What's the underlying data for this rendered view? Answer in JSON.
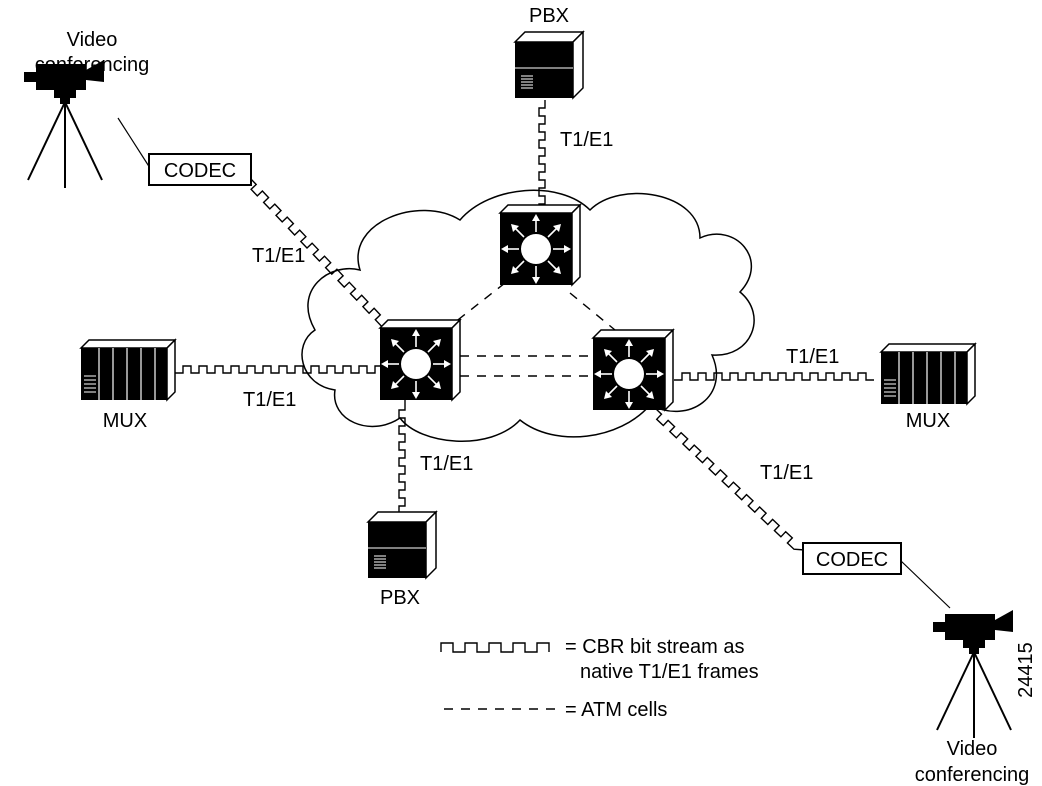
{
  "nodes": {
    "video_conf_left": {
      "label_line1": "Video",
      "label_line2": "conferencing"
    },
    "codec_left": {
      "label": "CODEC"
    },
    "pbx_top": {
      "label": "PBX"
    },
    "mux_left": {
      "label": "MUX"
    },
    "mux_right": {
      "label": "MUX"
    },
    "pbx_bottom": {
      "label": "PBX"
    },
    "codec_right": {
      "label": "CODEC"
    },
    "video_conf_right": {
      "label_line1": "Video",
      "label_line2": "conferencing"
    }
  },
  "links": {
    "pbx_top": "T1/E1",
    "codec_left": "T1/E1",
    "mux_left": "T1/E1",
    "pbx_bottom": "T1/E1",
    "mux_right": "T1/E1",
    "codec_right": "T1/E1"
  },
  "legend": {
    "cbr_line1": "= CBR bit stream as",
    "cbr_line2": "native T1/E1 frames",
    "atm": "= ATM cells"
  },
  "figure_id": "24415"
}
